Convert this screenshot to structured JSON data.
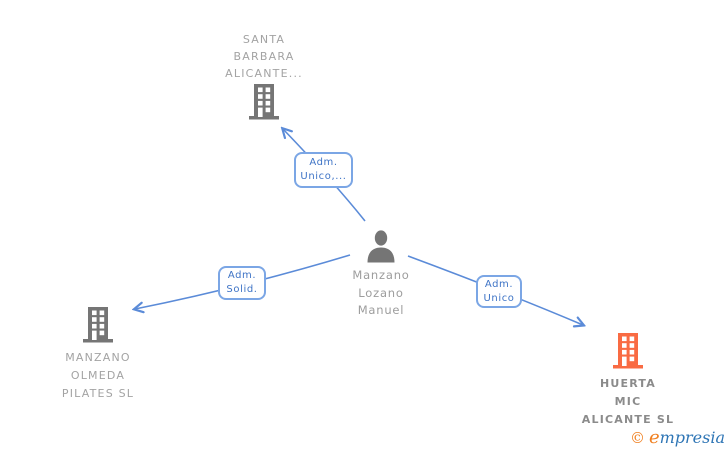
{
  "diagram": {
    "person": {
      "name_lines": [
        "Manzano",
        "Lozano",
        "Manuel"
      ]
    },
    "companies": {
      "top": {
        "name_lines": [
          "SANTA",
          "BARBARA",
          "ALICANTE..."
        ],
        "highlighted": false
      },
      "left": {
        "name_lines": [
          "MANZANO",
          "OLMEDA",
          "PILATES SL"
        ],
        "highlighted": false
      },
      "right": {
        "name_lines": [
          "HUERTA",
          "MIC",
          "ALICANTE SL"
        ],
        "highlighted": true
      }
    },
    "edges": {
      "top": {
        "line1": "Adm.",
        "line2": "Unico,..."
      },
      "left": {
        "line1": "Adm.",
        "line2": "Solid."
      },
      "right": {
        "line1": "Adm.",
        "line2": "Unico"
      }
    }
  },
  "watermark": {
    "copyright": "©",
    "brand_first": "e",
    "brand_rest": "mpresia"
  },
  "colors": {
    "edge_blue": "#5b8bd8",
    "label_border": "#7ba6e5",
    "label_text": "#3f74c6",
    "gray_icon": "#757575",
    "gray_text": "#a3a3a3",
    "gray_text_bold": "#8b8b8b",
    "person_text": "#9d9d9d",
    "highlight_orange": "#f96b43",
    "watermark_orange": "#f07f1f",
    "watermark_blue": "#2e75b5"
  }
}
